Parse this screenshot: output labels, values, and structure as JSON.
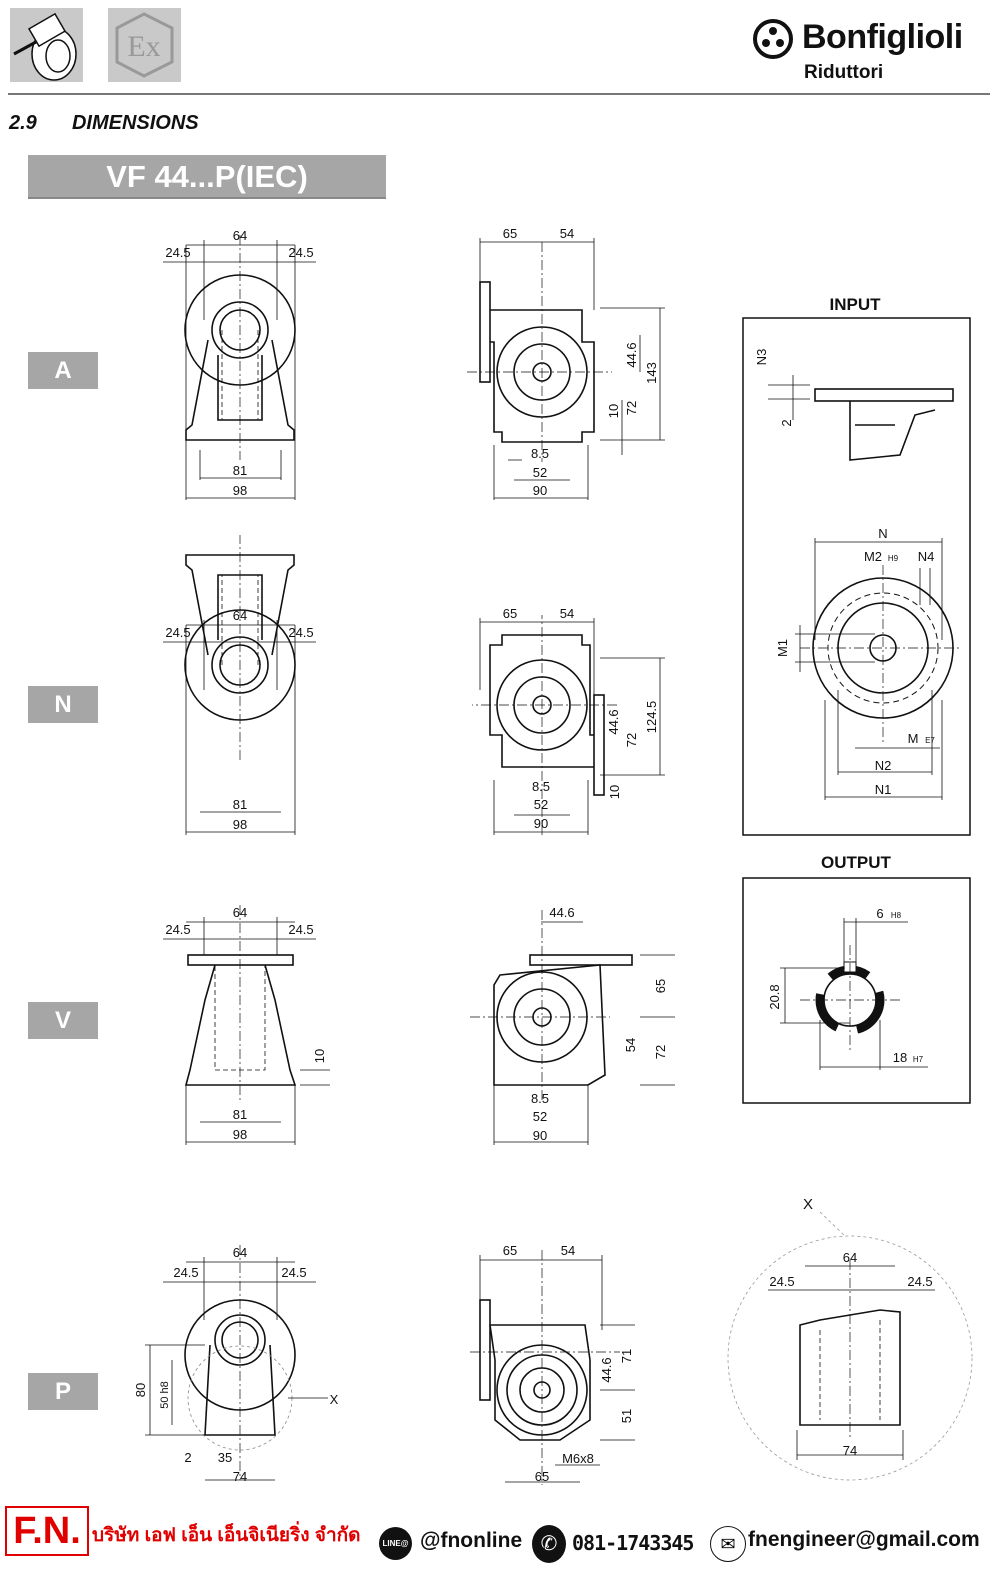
{
  "header": {
    "brand": "Bonfiglioli",
    "brand_sub": "Riduttori",
    "section_number": "2.9",
    "section_title": "DIMENSIONS",
    "model_title": "VF 44...P(IEC)",
    "icons": [
      "gearbox-icon",
      "atex-ex-icon"
    ],
    "ex_mark": "Ex"
  },
  "versions": [
    "A",
    "N",
    "V",
    "P"
  ],
  "views": {
    "A": {
      "front": [
        "64",
        "24.5",
        "24.5",
        "81",
        "98"
      ],
      "side": [
        "65",
        "54",
        "44.6",
        "143",
        "10",
        "72",
        "8.5",
        "52",
        "90"
      ]
    },
    "N": {
      "front": [
        "64",
        "24.5",
        "24.5",
        "81",
        "98"
      ],
      "side": [
        "65",
        "54",
        "44.6",
        "72",
        "124.5",
        "10",
        "8.5",
        "52",
        "90"
      ]
    },
    "V": {
      "front": [
        "64",
        "24.5",
        "24.5",
        "10",
        "81",
        "98"
      ],
      "side": [
        "44.6",
        "65",
        "54",
        "72",
        "8.5",
        "52",
        "90"
      ]
    },
    "P": {
      "front": [
        "64",
        "24.5",
        "24.5",
        "80",
        "50 h8",
        "X",
        "2",
        "35",
        "74"
      ],
      "side": [
        "65",
        "54",
        "71",
        "44.6",
        "51",
        "M6x8",
        "65"
      ],
      "detail": [
        "X",
        "64",
        "24.5",
        "24.5",
        "74"
      ]
    }
  },
  "input_panel": {
    "title": "INPUT",
    "labels": [
      "N3",
      "2",
      "N",
      "M2",
      "H9",
      "N4",
      "M1",
      "M",
      "E7",
      "N2",
      "N1"
    ]
  },
  "output_panel": {
    "title": "OUTPUT",
    "labels": [
      "6",
      "H8",
      "20.8",
      "18",
      "H7"
    ]
  },
  "footer": {
    "logo": "F.N.",
    "company": "บริษัท เอฟ เอ็น เอ็นจิเนียริ่ง จำกัด",
    "line_badge": "LINE@",
    "line_id": "@fnonline",
    "phone": "081-1743345",
    "email": "fnengineer@gmail.com",
    "accent": "#e00000"
  }
}
